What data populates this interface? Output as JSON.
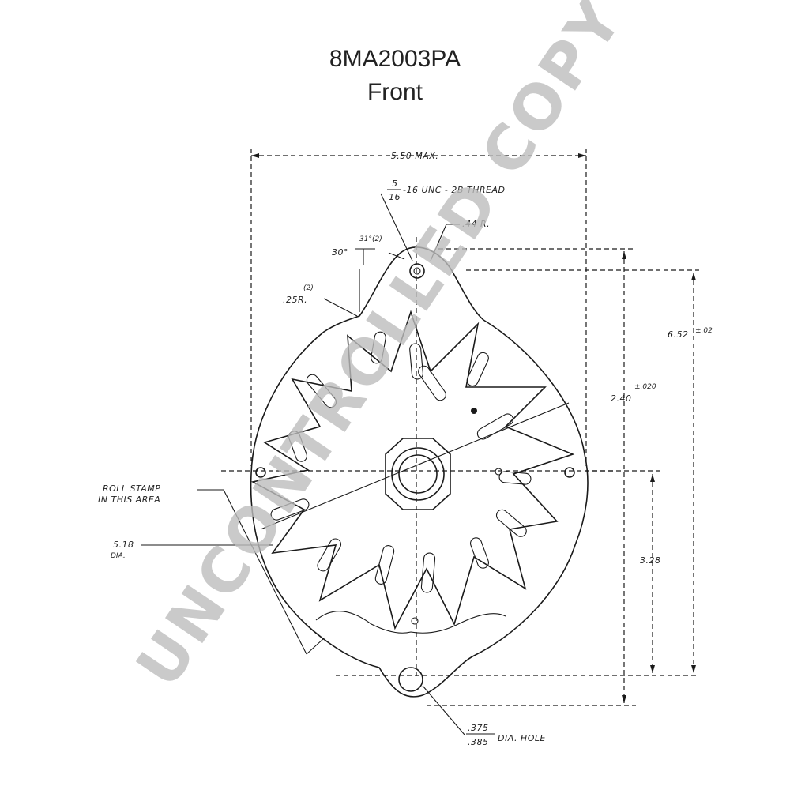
{
  "title_line1": "8MA2003PA",
  "title_line2": "Front",
  "watermark": "UNCONTROLLED COPY",
  "dimensions": {
    "overall_width": "5.50 MAX.",
    "thread_num": "5",
    "thread_den": "16",
    "thread_rest": "-16 UNC - 2B THREAD",
    "radius_small": ".44 R.",
    "angle_30": "30°",
    "angle_31": "31°(2)",
    "radius_25": ".25R.",
    "radius_25_qty": "(2)",
    "height_652": "6.52",
    "height_652_tol": "±.02",
    "height_240": "2.40",
    "height_240_tol": "±.020",
    "height_328": "3.28",
    "roll_stamp_1": "ROLL STAMP",
    "roll_stamp_2": "IN THIS AREA",
    "dia_518": "5.18",
    "dia_label": "DIA.",
    "hole_top": ".375",
    "hole_bottom": ".385",
    "hole_label": "DIA. HOLE"
  }
}
